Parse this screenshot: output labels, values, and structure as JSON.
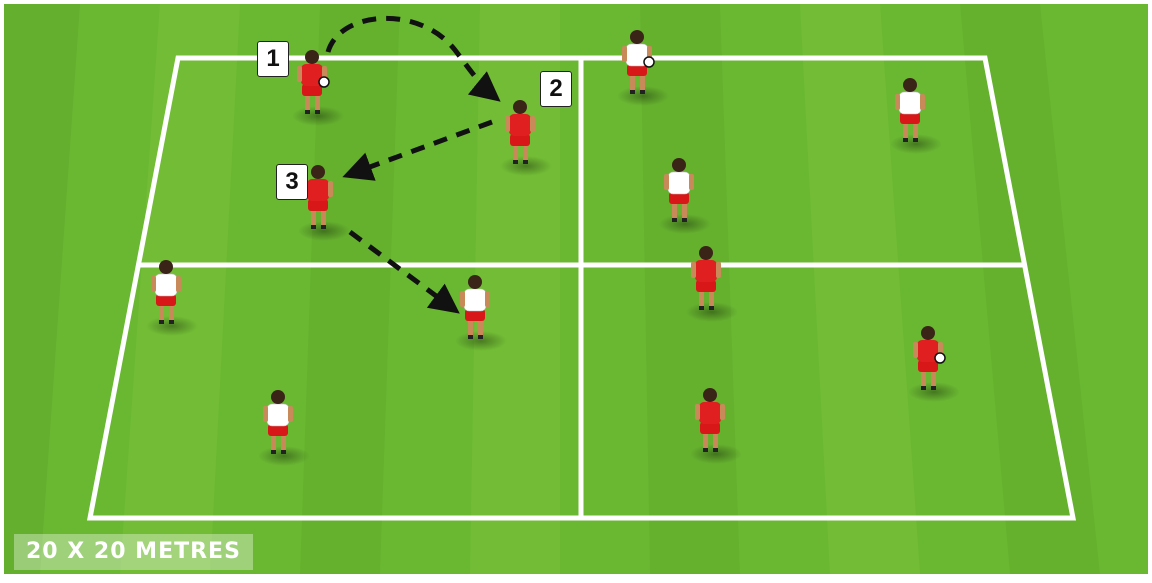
{
  "diagram": {
    "pitch_size_label": "20 X 20 METRES",
    "sequence_labels": [
      "1",
      "2",
      "3"
    ],
    "colors": {
      "grass_light": "#7cc43a",
      "grass_dark": "#5fa82a",
      "lines": "#ffffff",
      "team_red": "#e02020",
      "team_white": "#ffffff",
      "shorts_red": "#d81818",
      "skin": "#c98a5a",
      "arrow": "#111111"
    }
  }
}
